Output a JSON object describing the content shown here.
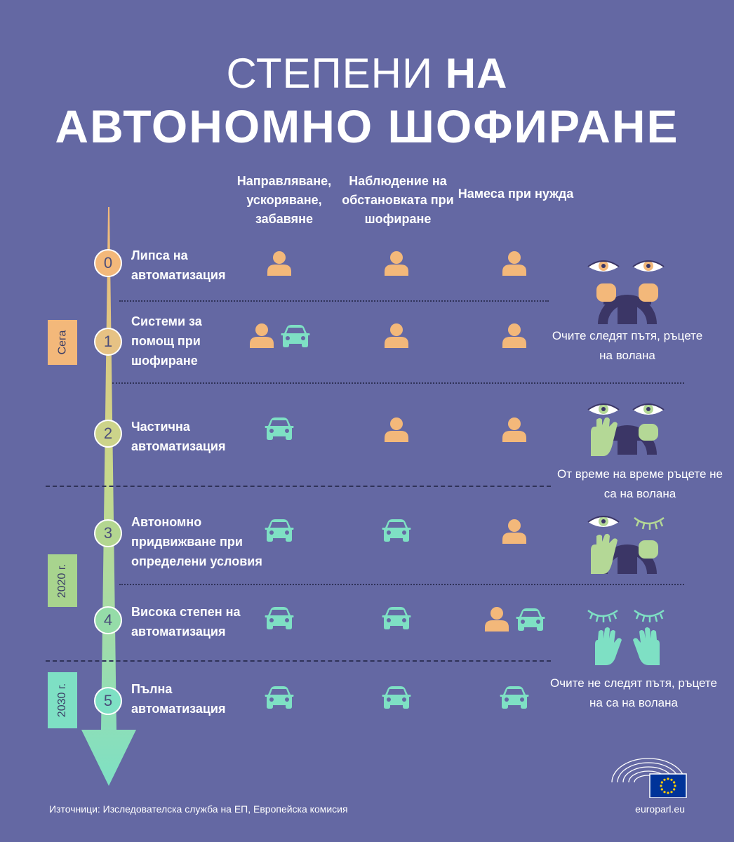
{
  "title": {
    "line1_light": "СТЕПЕНИ",
    "line1_bold": "НА",
    "line2": "АВТОНОМНО ШОФИРАНЕ"
  },
  "columns": [
    {
      "label": "Направляване, ускоряване, забавяне"
    },
    {
      "label": "Наблюдение на обстановката при шофиране"
    },
    {
      "label": "Намеса при нужда"
    }
  ],
  "levels": [
    {
      "number": "0",
      "name": "Липса на автоматизация",
      "cells": [
        "person",
        "person",
        "person"
      ]
    },
    {
      "number": "1",
      "name": "Системи за помощ при шофиране",
      "cells": [
        "person-car",
        "person",
        "person"
      ]
    },
    {
      "number": "2",
      "name": "Частична автоматизация",
      "cells": [
        "car",
        "person",
        "person"
      ]
    },
    {
      "number": "3",
      "name": "Автономно придвижване при определени условия",
      "cells": [
        "car",
        "car",
        "person"
      ]
    },
    {
      "number": "4",
      "name": "Висока степен на автоматизация",
      "cells": [
        "car",
        "car",
        "person-car"
      ]
    },
    {
      "number": "5",
      "name": "Пълна автоматизация",
      "cells": [
        "car",
        "car",
        "car"
      ]
    }
  ],
  "eras": [
    {
      "label": "Сега",
      "color": "#f3b87a"
    },
    {
      "label": "2020 г.",
      "color": "#a8d48e"
    },
    {
      "label": "2030 г.",
      "color": "#7ee0c4"
    }
  ],
  "captions": [
    {
      "text": "Очите следят пътя, ръцете на волана"
    },
    {
      "text": "От време на време ръцете не са на волана"
    },
    {
      "text": "Очите не следят пътя, ръцете на са на волана"
    }
  ],
  "footer": {
    "source": "Източници: Изследователска служба на ЕП, Европейска комисия",
    "site": "europarl.eu"
  },
  "colors": {
    "background": "#6468a3",
    "person": "#f3b87a",
    "car": "#7ee0c4",
    "hand_green": "#b4d896",
    "hand_cyan": "#7ee0c4",
    "wheel": "#3b3666"
  }
}
